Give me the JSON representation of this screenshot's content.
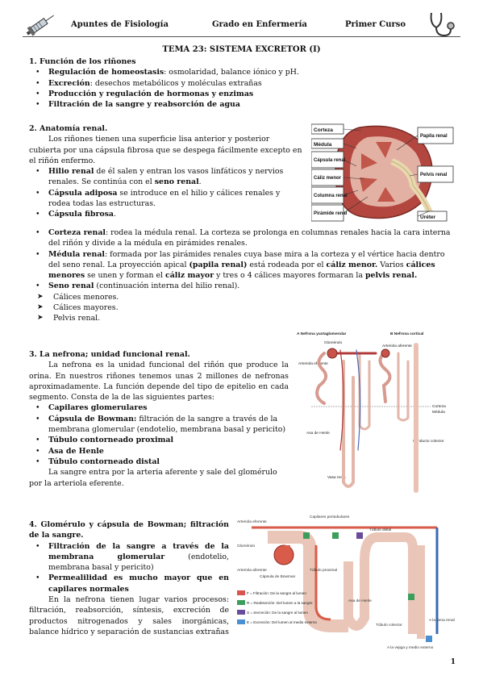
{
  "header": {
    "left": "Apuntes de Fisiología",
    "center": "Grado en Enfermería",
    "right": "Primer Curso"
  },
  "title": "TEMA 23: SISTEMA EXCRETOR (I)",
  "s1": {
    "heading": "1.   Función de los riñones",
    "items": [
      {
        "b": "Regulación de homeostasis",
        "t": ": osmolaridad, balance iónico y pH."
      },
      {
        "b": "Excreción",
        "t": ": desechos metabólicos y moléculas extrañas"
      },
      {
        "b": "Producción y regulación de hormonas y enzimas",
        "t": ""
      },
      {
        "b": "Filtración de la sangre y reabsorción de agua",
        "t": ""
      }
    ]
  },
  "s2": {
    "heading": "2.   Anatomía renal.",
    "intro": "Los riñones tienen una superficie lisa anterior y posterior cubierta por una cápsula fibrosa que se despega fácilmente excepto en el riñón enfermo.",
    "hilio_b": "Hilio renal",
    "hilio_t1": " de él salen y entran los vasos linfáticos y nervios renales. Se continúa con el ",
    "hilio_b2": "seno renal",
    "hilio_t2": ".",
    "adip_b": "Cápsula adiposa",
    "adip_t": " se introduce en el hilio y cálices renales y rodea todas las estructuras.",
    "fib_b": "Cápsula fibrosa",
    "fib_t": ".",
    "cort_b": "Corteza renal",
    "cort_t": ": rodea la médula renal. La corteza se prolonga en columnas renales hacia la cara interna del riñón y divide a la médula en pirámides renales.",
    "med_b": "Médula renal",
    "med_t1": ": formada por las pirámides renales cuya base mira a la corteza y el vértice hacia dentro del seno renal.  La proyección apical ",
    "med_b2": "(papila renal)",
    "med_t2": " está rodeada por el ",
    "med_b3": "cáliz menor.",
    "med_t3": " Varios ",
    "med_b4": "cálices menores",
    "med_t4": " se unen y forman el ",
    "med_b5": "cáliz mayor",
    "med_t5": " y tres o 4 cálices mayores formaran la ",
    "med_b6": "pelvis renal.",
    "seno_b": "Seno renal",
    "seno_t": " (continuación interna del hilio renal).",
    "sub": [
      "Cálices menores.",
      "Cálices mayores.",
      "Pelvis renal."
    ]
  },
  "s3": {
    "heading": "3.   La nefrona; unidad funcional renal.",
    "p1": "La nefrona es la unidad funcional del riñón que produce la orina. En nuestros riñones tenemos unas 2 millones de nefronas aproximadamente. La función depende del tipo de epitelio en cada segmento. Consta de la de las siguientes partes:",
    "cap_b": "Capilares glomerulares",
    "bow_b": "Cápsula de Bowman:",
    "bow_t": " filtración de la sangre a través de la membrana glomerular (endotelio, membrana basal y pericito)",
    "items": [
      "Túbulo contorneado proximal",
      "Asa de Henle",
      "Túbulo contorneado distal"
    ],
    "p2": "La sangre entra por la arteria aferente y sale del glomérulo por la arteriola eferente."
  },
  "s4": {
    "heading": "4.   Glomérulo y cápsula de Bowman; filtración de la sangre.",
    "i1_b": "Filtración de la sangre a través de la membrana glomerular",
    "i1_t": " (endotelio, membrana basal y pericito)",
    "i2_b": "Permealilidad es mucho mayor que en capilares normales",
    "p": "En la nefrona tienen lugar varios procesos: filtración, reabsorción, síntesis, excreción de productos nitrogenados y sales inorgánicas, balance hídrico y separación de sustancias extrañas"
  },
  "fig_kidney": {
    "labels_left": [
      "Corteza",
      "Médula",
      "Cápsula renal",
      "Cáliz menor",
      "Columna renal",
      "Pirámide renal"
    ],
    "labels_right": [
      "Papila renal",
      "Pelvis renal",
      "Uréter"
    ]
  },
  "fig_nephron": {
    "title_a": "A  Nefrona yuxtaglomerular",
    "title_b": "B  Nefrona cortical",
    "labels": [
      "Glomérulo",
      "Arteriola aferente",
      "Arteriola eferente",
      "Corteza",
      "Médula",
      "Asa de Henle",
      "Conducto colector",
      "Vasa recta"
    ]
  },
  "fig_process": {
    "labels": [
      "Capilares peritubulares",
      "Arteriola eferente",
      "Glomérulo",
      "Arteriola aferente",
      "Cápsula de Bowman",
      "Túbulo proximal",
      "Túbulo distal",
      "Asa de Henle",
      "Túbulo colector",
      "A la vena renal",
      "A la vejiga y medio externo"
    ],
    "legend": [
      "F = Filtración: De la sangre al lumen",
      "R = Reabsorción: Del lumen a la sangre",
      "S = Secreción: De la sangre al lumen",
      "E = Excreción: Del lumen al medio externo"
    ],
    "colors": {
      "filtration": "#d9534f",
      "reabsorption": "#3c9e5a",
      "secretion": "#6a4c9c",
      "excretion": "#4a8fd1"
    }
  },
  "page_number": "1"
}
